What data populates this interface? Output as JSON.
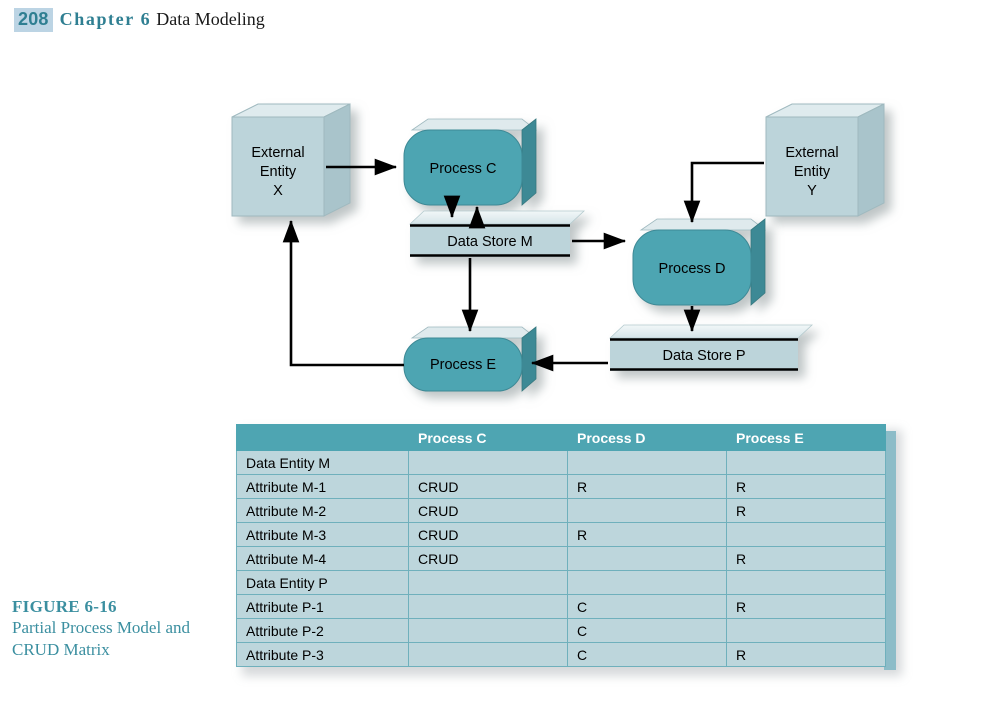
{
  "running_head": {
    "page_number": "208",
    "chapter_label": "Chapter 6",
    "chapter_title": "Data Modeling"
  },
  "figure": {
    "number": "FIGURE 6-16",
    "title": "Partial Process Model and CRUD Matrix"
  },
  "colors": {
    "process_fill": "#4ea5b2",
    "entity_fill": "#bcd4da",
    "datastore_fill": "#bcd4da",
    "header_teal": "#4ea5b2",
    "cell_fill": "#bdd6dc",
    "gridline": "#6fb0bc",
    "caption_teal": "#3b8fa0"
  },
  "diagram": {
    "nodes": {
      "external_entity_x": {
        "lines": [
          "External",
          "Entity",
          "X"
        ]
      },
      "external_entity_y": {
        "lines": [
          "External",
          "Entity",
          "Y"
        ]
      },
      "process_c": {
        "label": "Process C"
      },
      "process_d": {
        "label": "Process D"
      },
      "process_e": {
        "label": "Process E"
      },
      "data_store_m": {
        "label": "Data Store M"
      },
      "data_store_p": {
        "label": "Data Store P"
      }
    }
  },
  "crud_matrix": {
    "columns": [
      "",
      "Process C",
      "Process D",
      "Process E"
    ],
    "rows": [
      {
        "type": "entity",
        "label": "Data Entity M",
        "values": [
          "",
          "",
          ""
        ]
      },
      {
        "type": "attribute",
        "label": "Attribute M-1",
        "values": [
          "CRUD",
          "R",
          "R"
        ]
      },
      {
        "type": "attribute",
        "label": "Attribute M-2",
        "values": [
          "CRUD",
          "",
          "R"
        ]
      },
      {
        "type": "attribute",
        "label": "Attribute M-3",
        "values": [
          "CRUD",
          "R",
          ""
        ]
      },
      {
        "type": "attribute",
        "label": "Attribute M-4",
        "values": [
          "CRUD",
          "",
          "R"
        ]
      },
      {
        "type": "entity",
        "label": "Data Entity P",
        "values": [
          "",
          "",
          ""
        ]
      },
      {
        "type": "attribute",
        "label": "Attribute P-1",
        "values": [
          "",
          "C",
          "R"
        ]
      },
      {
        "type": "attribute",
        "label": "Attribute P-2",
        "values": [
          "",
          "C",
          ""
        ]
      },
      {
        "type": "attribute",
        "label": "Attribute P-3",
        "values": [
          "",
          "C",
          "R"
        ]
      }
    ]
  }
}
